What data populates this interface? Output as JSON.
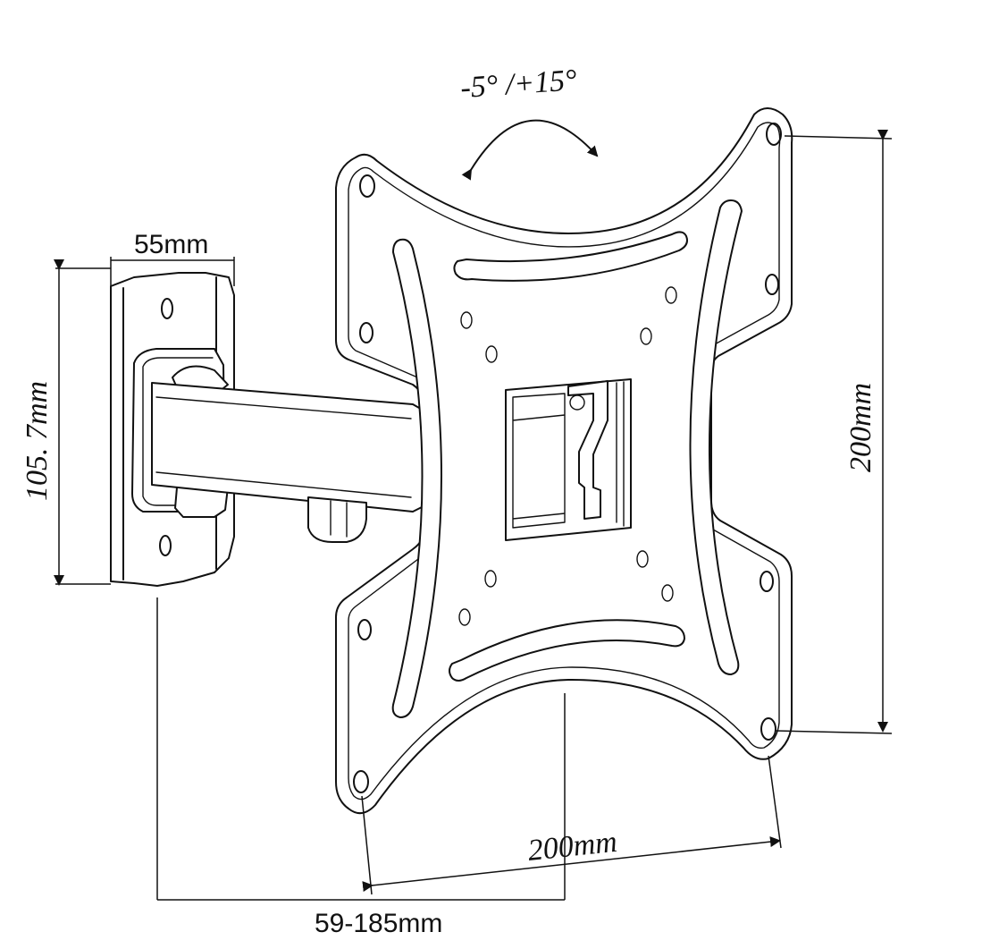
{
  "labels": {
    "tilt": "-5° /+15°",
    "width": "55mm",
    "height": "105. 7mm",
    "vesa_vertical": "200mm",
    "vesa_horizontal": "200mm",
    "extension": "59-185mm"
  },
  "colors": {
    "line": "#111111",
    "background": "#ffffff"
  }
}
